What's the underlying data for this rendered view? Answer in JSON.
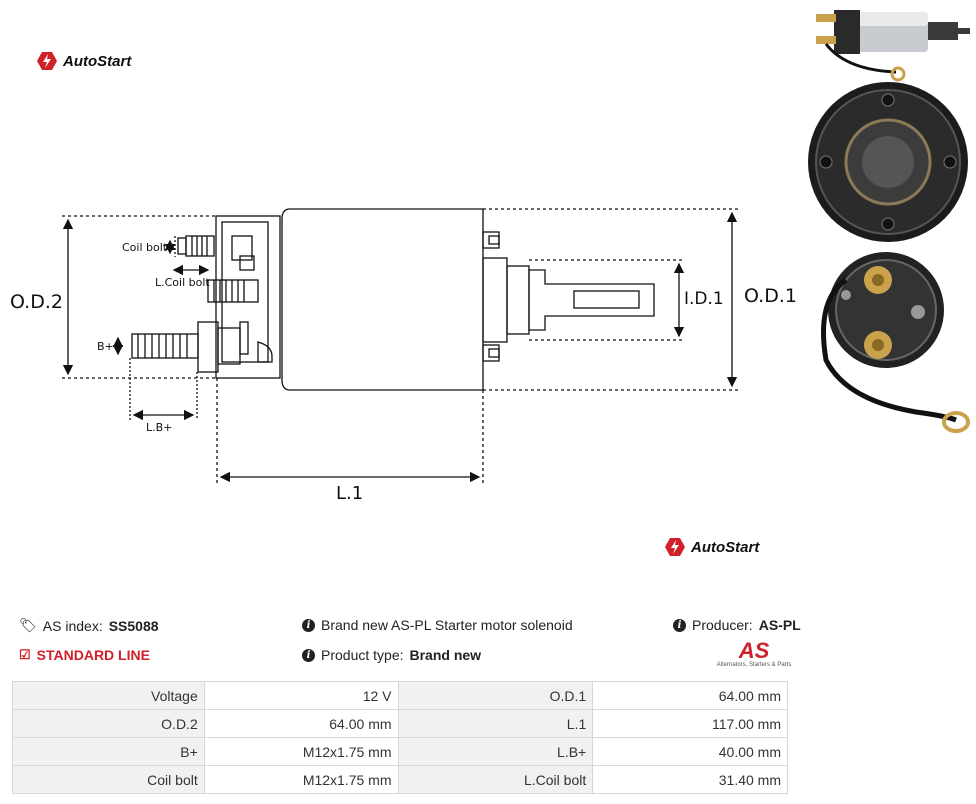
{
  "brand": {
    "name": "AutoStart"
  },
  "diagram": {
    "labels": {
      "od2": "O.D.2",
      "od1": "O.D.1",
      "id1": "I.D.1",
      "l1": "L.1",
      "coil_bolt": "Coil bolt",
      "l_coil_bolt": "L.Coil bolt",
      "b_plus": "B+",
      "l_b_plus": "L.B+"
    }
  },
  "info": {
    "as_index_label": "AS index:",
    "as_index_value": "SS5088",
    "line": "STANDARD LINE",
    "description": "Brand new AS-PL Starter motor solenoid",
    "product_type_label": "Product type:",
    "product_type_value": "Brand new",
    "producer_label": "Producer:",
    "producer_value": "AS-PL",
    "producer_logo_text": "AS",
    "producer_logo_tagline": "Alternators, Starters & Parts"
  },
  "specs": [
    {
      "label1": "Voltage",
      "value1": "12 V",
      "label2": "O.D.1",
      "value2": "64.00 mm"
    },
    {
      "label1": "O.D.2",
      "value1": "64.00 mm",
      "label2": "L.1",
      "value2": "117.00 mm"
    },
    {
      "label1": "B+",
      "value1": "M12x1.75 mm",
      "label2": "L.B+",
      "value2": "40.00 mm"
    },
    {
      "label1": "Coil bolt",
      "value1": "M12x1.75 mm",
      "label2": "L.Coil bolt",
      "value2": "31.40 mm"
    }
  ],
  "colors": {
    "accent_red": "#d0202a",
    "table_label_bg": "#f1f1f1",
    "border": "#d8d8d8"
  }
}
